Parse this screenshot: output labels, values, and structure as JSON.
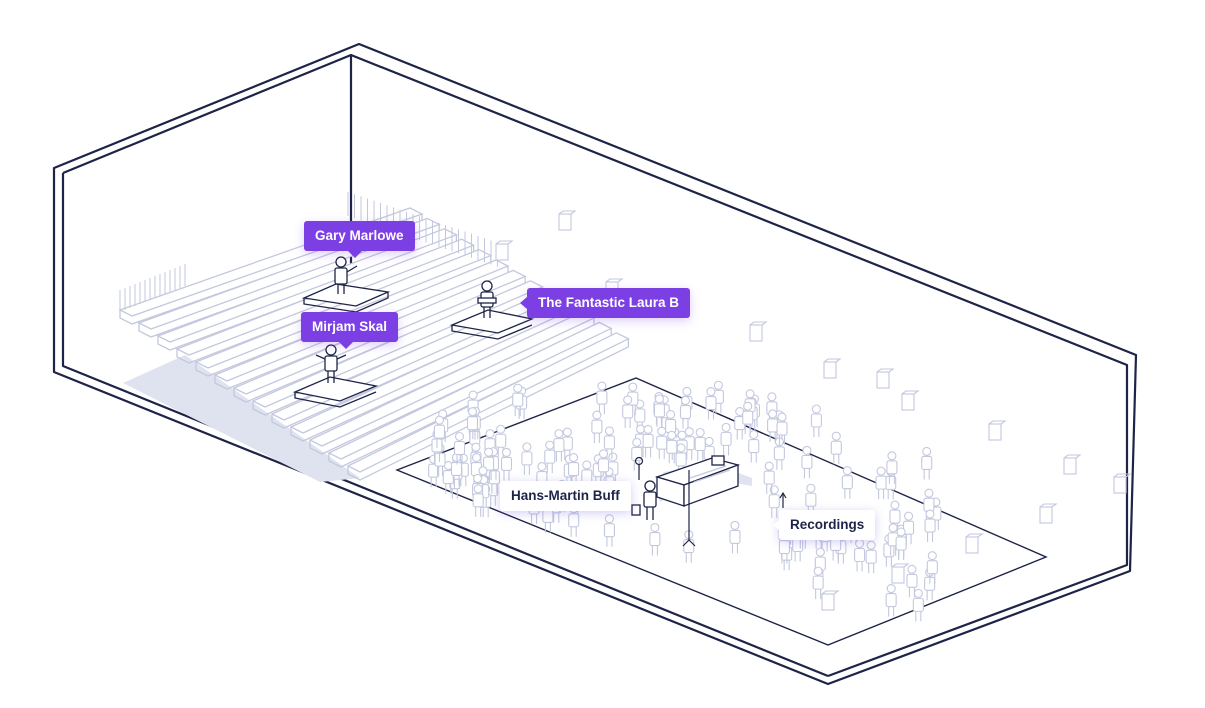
{
  "labels": {
    "gary": "Gary Marlowe",
    "laura": "The Fantastic Laura B",
    "mirjam": "Mirjam Skal",
    "hans": "Hans-Martin Buff",
    "recordings": "Recordings"
  },
  "colors": {
    "outline": "#1e2448",
    "line": "#c3c8de",
    "accent": "#7b3fe4",
    "shadow": "#dfe3f0"
  }
}
